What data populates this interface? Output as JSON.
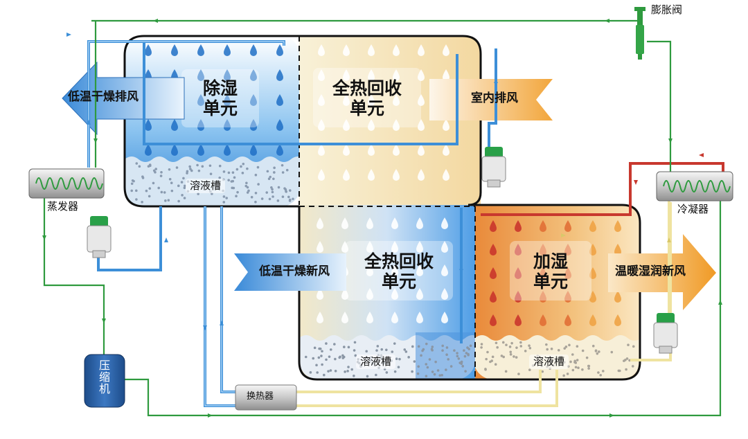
{
  "units": {
    "dehumidify": "除湿\n单元",
    "heat_recovery_top": "全热回收\n单元",
    "heat_recovery_bottom": "全热回收\n单元",
    "humidify": "加湿\n单元"
  },
  "airflows": {
    "exhaust_out": "低温干燥排风",
    "indoor_exhaust": "室内排风",
    "fresh_in": "低温干燥新风",
    "supply_out": "温暖湿润新风"
  },
  "tanks": {
    "top_left": "溶液槽",
    "bottom_middle": "溶液槽",
    "bottom_right": "溶液槽"
  },
  "components": {
    "evaporator": "蒸发器",
    "condenser": "冷凝器",
    "compressor": "压\n缩\n机",
    "heat_exchanger": "换热器",
    "expansion_valve": "膨胀阀"
  },
  "colors": {
    "refrigerant_line": "#2e9a3e",
    "solution_line_blue": "#3d8fd8",
    "solution_line_cream": "#f3eab0",
    "hot_line": "#c8382e",
    "cool_zone": "#5aa6e8",
    "warm_zone": "#f1d6a2",
    "hot_zone": "#f0a24a"
  }
}
